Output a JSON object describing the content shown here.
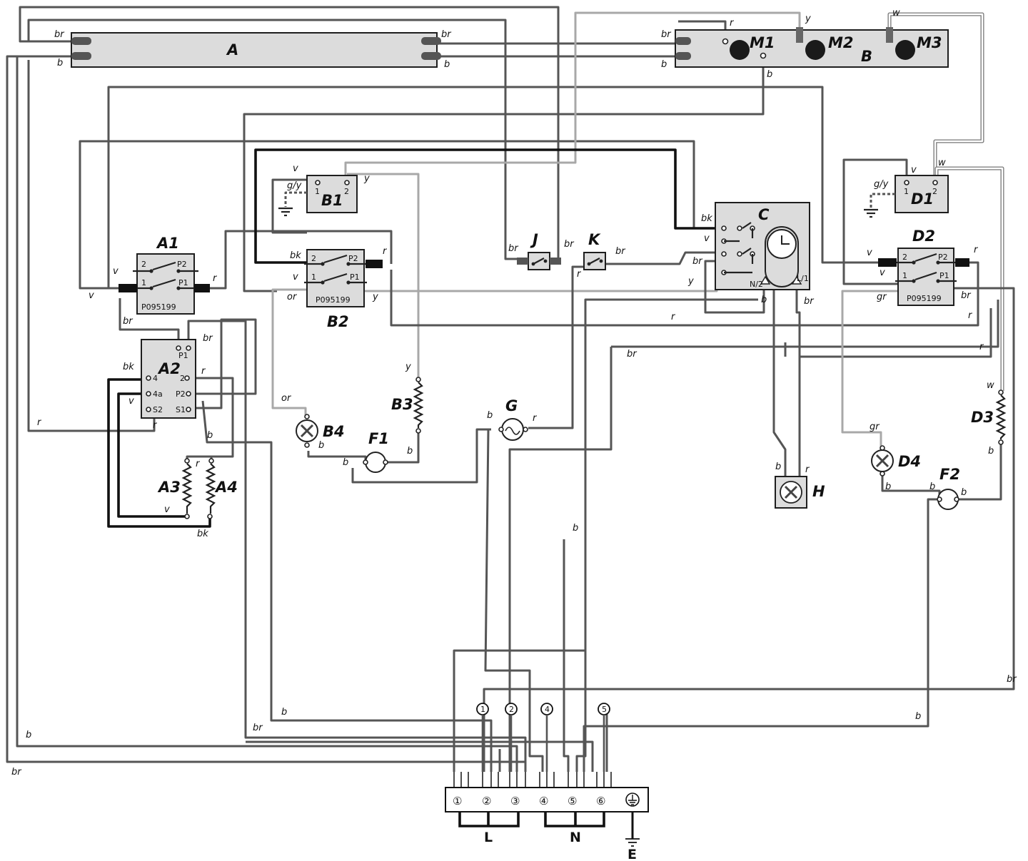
{
  "components": {
    "A": "A",
    "B": "B",
    "M1": "M1",
    "M2": "M2",
    "M3": "M3",
    "A1": "A1",
    "A2": "A2",
    "A3": "A3",
    "A4": "A4",
    "B1": "B1",
    "B2": "B2",
    "B3": "B3",
    "B4": "B4",
    "C": "C",
    "D1": "D1",
    "D2": "D2",
    "D3": "D3",
    "D4": "D4",
    "F1": "F1",
    "F2": "F2",
    "G": "G",
    "H": "H",
    "J": "J",
    "K": "K"
  },
  "part_number": "P095199",
  "wire_codes": {
    "br": "br",
    "b": "b",
    "r": "r",
    "y": "y",
    "w": "w",
    "v": "v",
    "bk": "bk",
    "gy": "g/y",
    "or": "or",
    "gr": "gr"
  },
  "pins": {
    "p1": "1",
    "p2": "2",
    "P1": "P1",
    "P2": "P2",
    "t4": "4",
    "t4a": "4a",
    "S2": "S2",
    "S1": "S1",
    "N2": "N/2",
    "L1": "L/1"
  },
  "terminal_block": {
    "terminals": [
      "①",
      "②",
      "③",
      "④",
      "⑤",
      "⑥"
    ],
    "marks": [
      "1",
      "2",
      "4",
      "5"
    ],
    "groups": {
      "L": "L",
      "N": "N",
      "E": "E"
    }
  }
}
